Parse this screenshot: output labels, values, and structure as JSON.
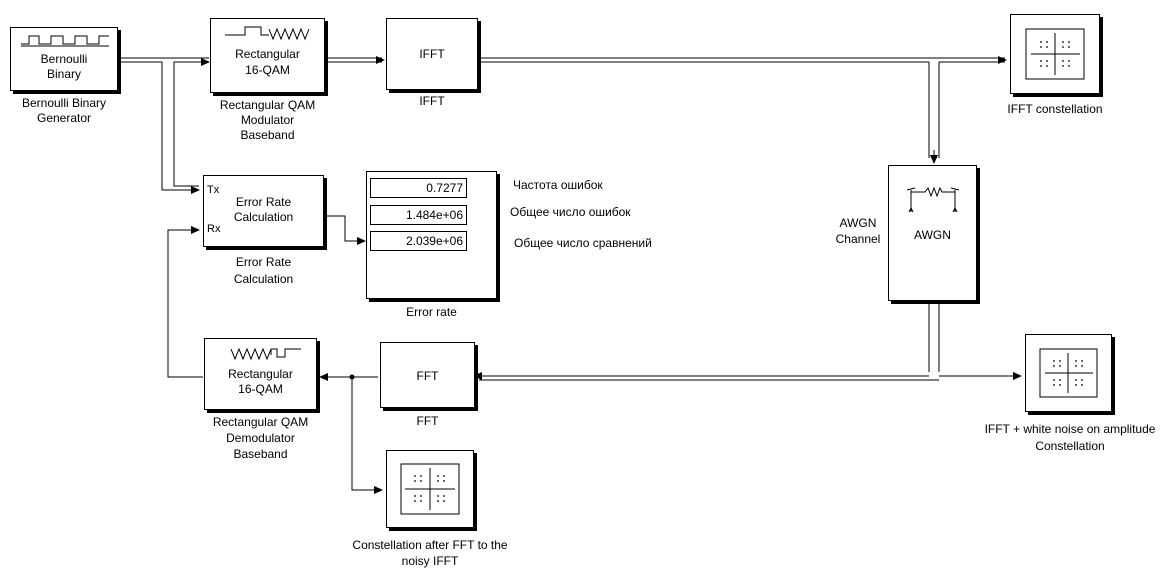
{
  "blocks": {
    "bernoulli": {
      "text": [
        "Bernoulli",
        "Binary"
      ],
      "label": [
        "Bernoulli Binary",
        "Generator"
      ]
    },
    "qam_mod": {
      "text": [
        "Rectangular",
        "16-QAM"
      ],
      "label": [
        "Rectangular QAM",
        "Modulator",
        "Baseband"
      ]
    },
    "ifft": {
      "text": "IFFT",
      "label": "IFFT"
    },
    "ifft_scope": {
      "label": "IFFT constellation"
    },
    "error_calc": {
      "tx": "Tx",
      "rx": "Rx",
      "text": [
        "Error Rate",
        "Calculation"
      ],
      "label": [
        "Error Rate",
        "Calculation"
      ]
    },
    "error_display": {
      "values": [
        "0.7277",
        "1.484e+06",
        "2.039e+06"
      ],
      "row_labels": [
        "Частота ошибок",
        "Общее число ошибок",
        "Общее число сравнений"
      ],
      "label": "Error rate"
    },
    "awgn": {
      "text": "AWGN",
      "label": [
        "AWGN",
        "Channel"
      ]
    },
    "noise_scope": {
      "label": [
        "IFFT + white noise on amplitude",
        "Constellation"
      ]
    },
    "fft": {
      "text": "FFT",
      "label": "FFT"
    },
    "qam_demod": {
      "text": [
        "Rectangular",
        "16-QAM"
      ],
      "label": [
        "Rectangular QAM",
        "Demodulator",
        "Baseband"
      ]
    },
    "fft_scope": {
      "label": [
        "Constellation after FFT to the",
        "noisy IFFT"
      ]
    }
  }
}
